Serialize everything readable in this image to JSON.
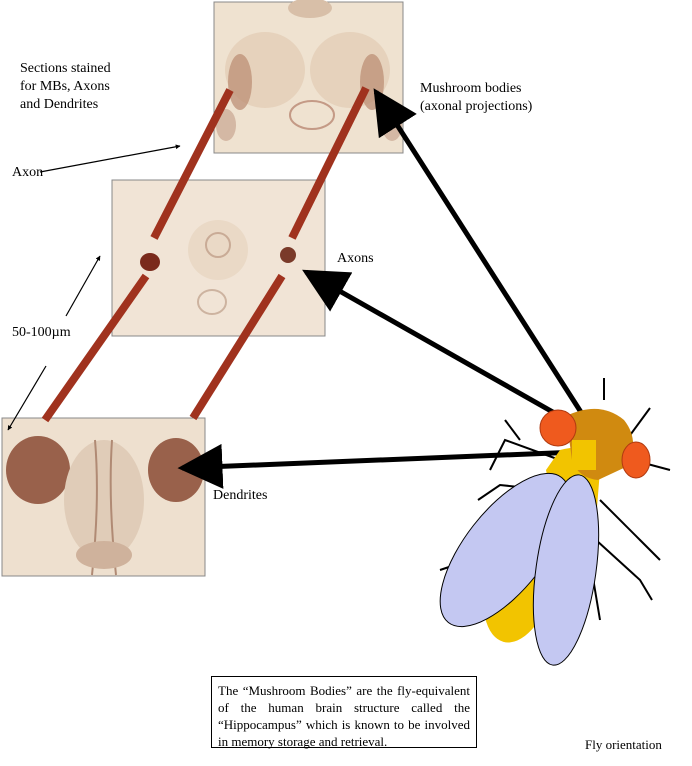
{
  "labels": {
    "sections_stained": "Sections stained\nfor MBs, Axons\nand Dendrites",
    "mushroom_bodies": "Mushroom bodies\n(axonal projections)",
    "axon": "Axon",
    "axons": "Axons",
    "distance": "50-100µm",
    "dendrites": "Dendrites",
    "fly_orientation": "Fly orientation"
  },
  "caption": "The “Mushroom Bodies” are the fly-equivalent of the human brain structure called the “Hippocampus” which is known to be involved in memory storage and retrieval.",
  "colors": {
    "mushroom_body_bar": "#a0321e",
    "arrow": "#000000",
    "fly_eye": "#ef5a1e",
    "fly_head": "#d08a10",
    "fly_body": "#f2c400",
    "fly_wing": "#c4c8f2",
    "section_tissue": "#efe2d2",
    "section_stain": "#9a5a40"
  },
  "icons": {
    "fly": "fruit-fly-illustration",
    "sections": "stained-brain-section-micrograph"
  }
}
